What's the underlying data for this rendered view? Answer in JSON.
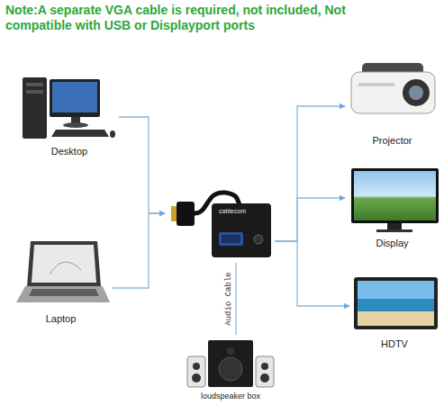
{
  "diagram": {
    "nodes": [
      {
        "text": [
          "Desktop"
        ]
      },
      {
        "text": [
          "Laptop"
        ]
      },
      {
        "text": [
          "cablecom"
        ]
      },
      {
        "text": [
          "Projector"
        ]
      },
      {
        "text": [
          "Display"
        ]
      },
      {
        "text": [
          "HDTV"
        ]
      },
      {
        "text": [
          "loudspeaker box"
        ]
      }
    ],
    "edges": [
      {
        "from": 0,
        "to": 2,
        "arrow": "to"
      },
      {
        "from": 1,
        "to": 2,
        "arrow": "to"
      },
      {
        "from": 2,
        "to": 3,
        "arrow": "to"
      },
      {
        "from": 2,
        "to": 4,
        "arrow": "to"
      },
      {
        "from": 2,
        "to": 5,
        "arrow": "to"
      },
      {
        "from": 2,
        "to": 6,
        "label": "Audio Cable",
        "arrow": "none"
      }
    ],
    "labels": [
      "Note:A separate VGA cable is required, not included, Not compatible with USB or Displayport ports"
    ]
  }
}
